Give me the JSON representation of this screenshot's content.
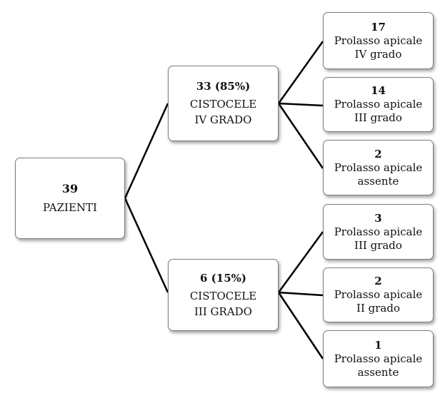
{
  "root": {
    "count": "39",
    "label": "PAZIENTI"
  },
  "branches": [
    {
      "count": "33 (85%)",
      "line1": "CISTOCELE",
      "line2": "IV GRADO",
      "leaves": [
        {
          "count": "17",
          "line1": "Prolasso apicale",
          "line2": "IV grado"
        },
        {
          "count": "14",
          "line1": "Prolasso apicale",
          "line2": "III grado"
        },
        {
          "count": "2",
          "line1": "Prolasso apicale",
          "line2": "assente"
        }
      ]
    },
    {
      "count": "6 (15%)",
      "line1": "CISTOCELE",
      "line2": "III GRADO",
      "leaves": [
        {
          "count": "3",
          "line1": "Prolasso apicale",
          "line2": "III grado"
        },
        {
          "count": "2",
          "line1": "Prolasso apicale",
          "line2": "II grado"
        },
        {
          "count": "1",
          "line1": "Prolasso apicale",
          "line2": "assente"
        }
      ]
    }
  ]
}
